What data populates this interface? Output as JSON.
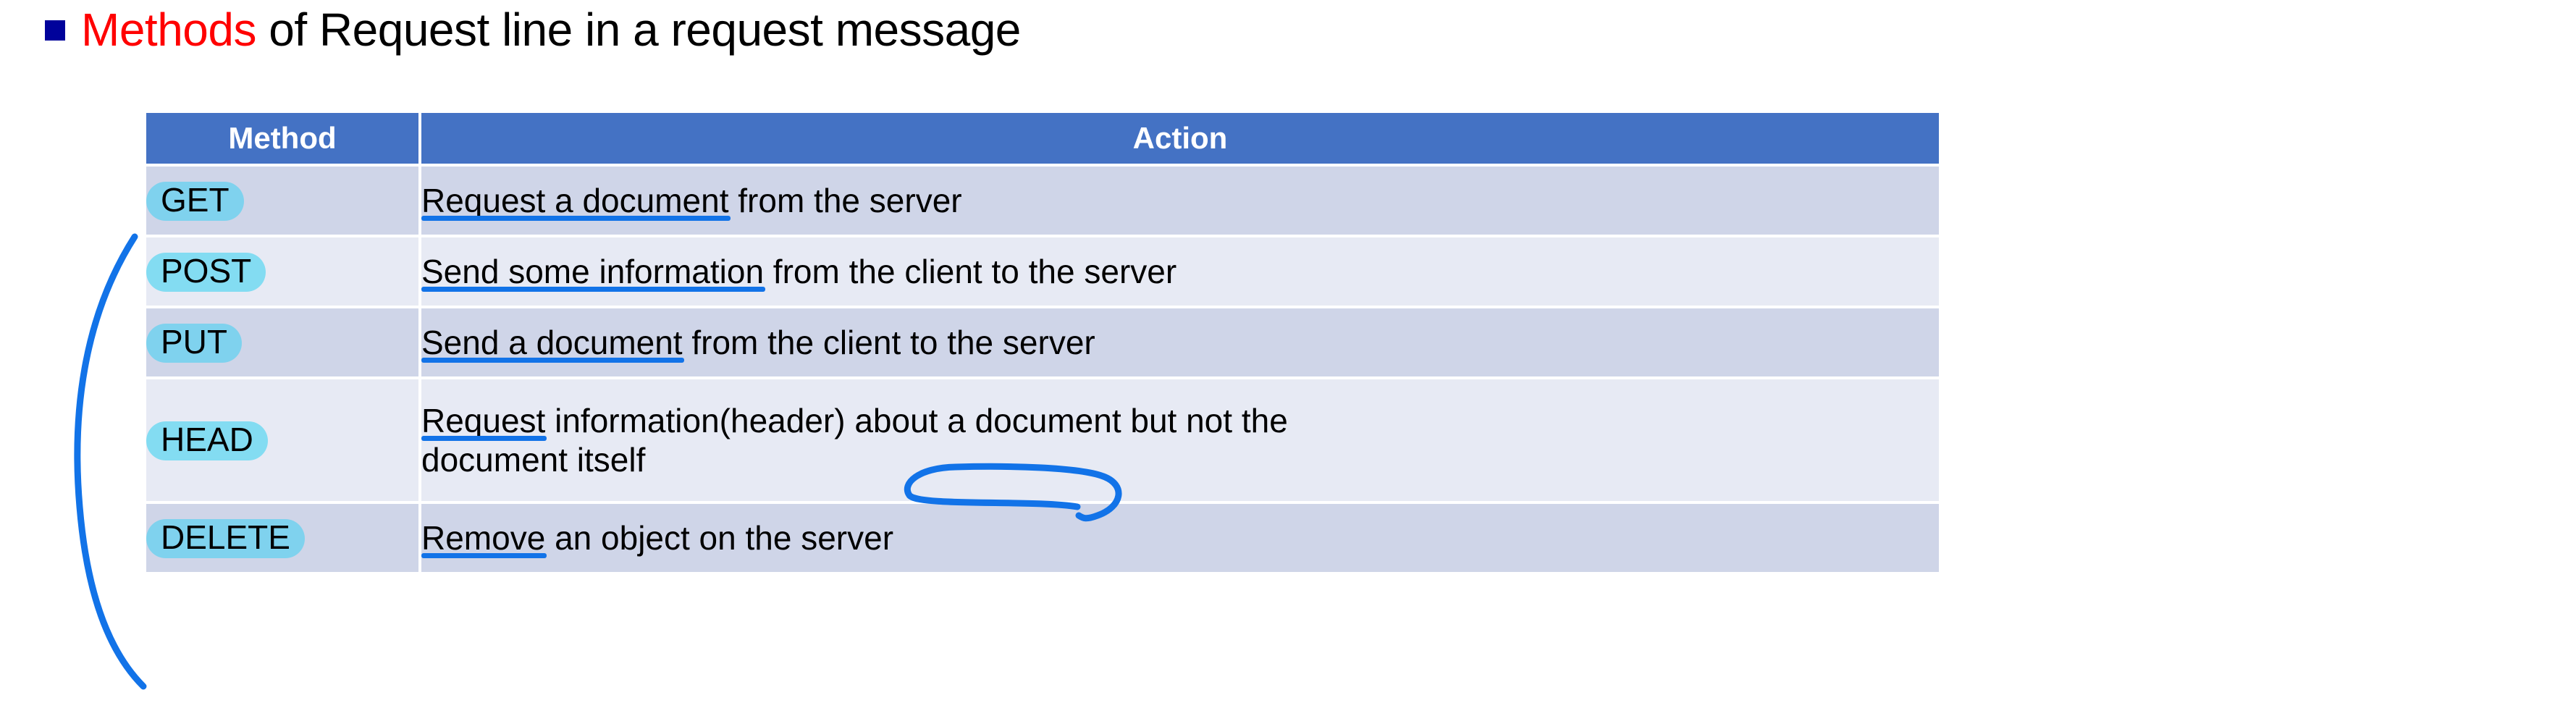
{
  "slide": {
    "bullet_icon": "square-bullet-icon",
    "title_accent": "Methods",
    "title_rest": " of Request line in a request message"
  },
  "colors": {
    "header_fill": "#4472C4",
    "row_band_dark": "#CFD5E8",
    "row_band_light": "#E7EAF4",
    "method_pill": "#7FD2EE",
    "ink_blue": "#1273E8",
    "title_accent": "#FF0000",
    "bullet": "#00029B"
  },
  "table": {
    "columns": [
      "Method",
      "Action"
    ],
    "rows": [
      {
        "method": "GET",
        "action_highlight": "Request a document",
        "action_rest": " from the server",
        "action_line2": ""
      },
      {
        "method": "POST",
        "action_highlight": "Send some information",
        "action_rest": " from the client to the server",
        "action_line2": ""
      },
      {
        "method": "PUT",
        "action_highlight": "Send a document",
        "action_rest": " from the client to the server",
        "action_line2": ""
      },
      {
        "method": "HEAD",
        "action_highlight": "Request",
        "action_rest": " information(header) about a document but not the",
        "action_line2": "document itself"
      },
      {
        "method": "DELETE",
        "action_highlight": "Remove",
        "action_rest": " an object on the server",
        "action_line2": ""
      }
    ]
  },
  "annotations": {
    "brace": "hand-drawn-blue-brace-icon",
    "circle": "hand-drawn-blue-ellipse-icon",
    "circled_text": "(header)"
  }
}
